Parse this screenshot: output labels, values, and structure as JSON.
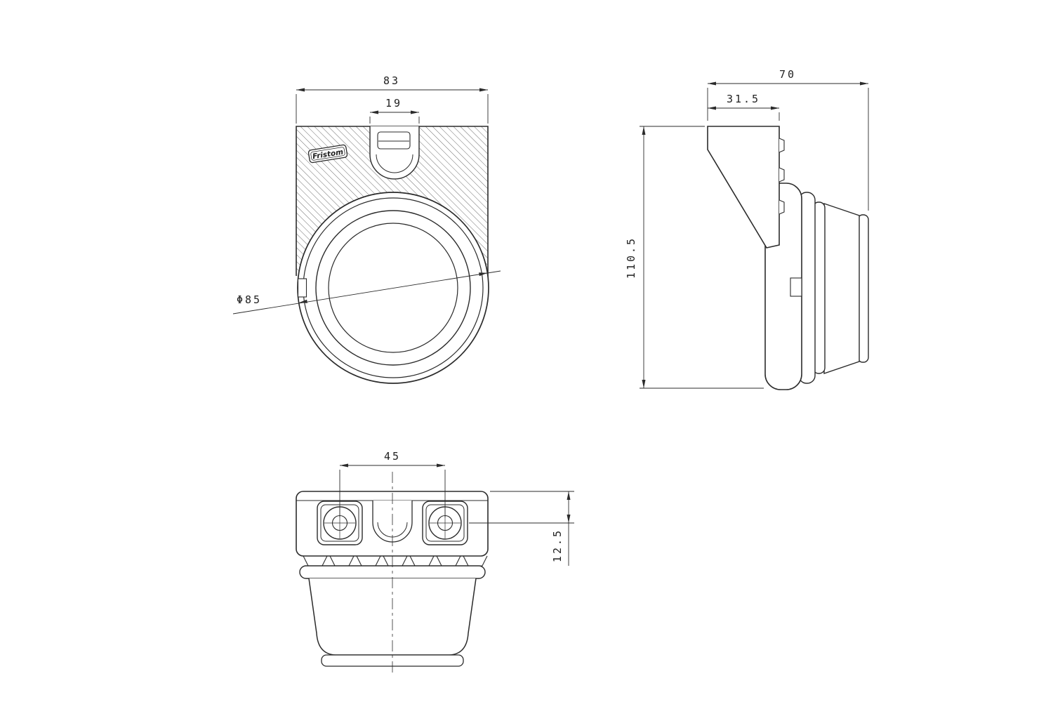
{
  "page": {
    "background": "#ffffff",
    "line_color": "#2b2b2b"
  },
  "brand_label": "Fristom",
  "dimensions": {
    "front_width": "83",
    "front_tab_width": "19",
    "front_lens_diameter": "Φ85",
    "side_depth": "70",
    "side_bracket_depth": "31.5",
    "side_height": "110.5",
    "bottom_hole_spacing": "45",
    "bottom_hole_offset": "12.5"
  }
}
